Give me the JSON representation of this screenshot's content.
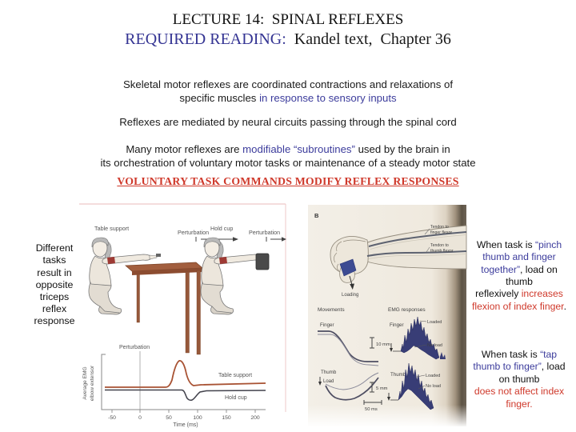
{
  "title": {
    "line1": "LECTURE 14:  SPINAL REFLEXES",
    "line2_label": "REQUIRED READING:",
    "line2_text": "  Kandel text,  Chapter 36"
  },
  "intro": {
    "p1_black": "Skeletal motor reflexes are coordinated contractions and relaxations of\nspecific muscles ",
    "p1_blue": "in response to sensory inputs",
    "p2": "Reflexes are mediated by neural circuits passing through the spinal cord",
    "p3_black1": "Many motor reflexes are ",
    "p3_blue": "modifiable “subroutines”",
    "p3_black2": " used by the brain in\nits orchestration of voluntary motor tasks or maintenance of a steady motor state",
    "heading": "VOLUNTARY TASK COMMANDS MODIFY REFLEX RESPONSES"
  },
  "left_note": "Different\ntasks\nresult in\nopposite\ntriceps\nreflex\nresponse",
  "figure_a": {
    "scene1_label": "Table support",
    "scene2_label": "Hold cup",
    "perturbation": "Perturbation",
    "chart": {
      "ylabel_line1": "Average EMG",
      "ylabel_line2": "elbow extensor",
      "perturbation_label": "Perturbation",
      "trace1_label": "Table support",
      "trace2_label": "Hold cup",
      "xticks": [
        "-50",
        "0",
        "50",
        "100",
        "150",
        "200"
      ],
      "xlabel": "Time (ms)"
    }
  },
  "figure_b": {
    "panel_label": "B",
    "tendon1_line1": "Tendon to",
    "tendon1_line2": "finger flexor",
    "tendon2_line1": "Tendon to",
    "tendon2_line2": "thumb flexor",
    "loading_label": "Loading",
    "movements_header": "Movements",
    "emg_header": "EMG responses",
    "finger_label": "Finger",
    "thumb_label": "Thumb",
    "load_label": "Load",
    "scale_10mm": "10 mm",
    "scale_5mm": "5 mm",
    "scale_50ms": "50 ms",
    "emg_finger_label": "Finger",
    "emg_thumb_label": "Thumb",
    "loaded_label": "Loaded",
    "noload_label": "No load"
  },
  "right_note": {
    "p1_s1": "When task is ",
    "p1_s2": "“pinch\nthumb and finger\ntogether”",
    "p1_s3": ", load on\nthumb\nreflexively ",
    "p1_s4": "increases\nflexion of index finger",
    "p1_s5": ".",
    "p2_s1": "When task is ",
    "p2_s2": "“tap\nthumb to finger”",
    "p2_s3": ", load\non thumb\n",
    "p2_s4": "does not affect index\nfinger."
  }
}
